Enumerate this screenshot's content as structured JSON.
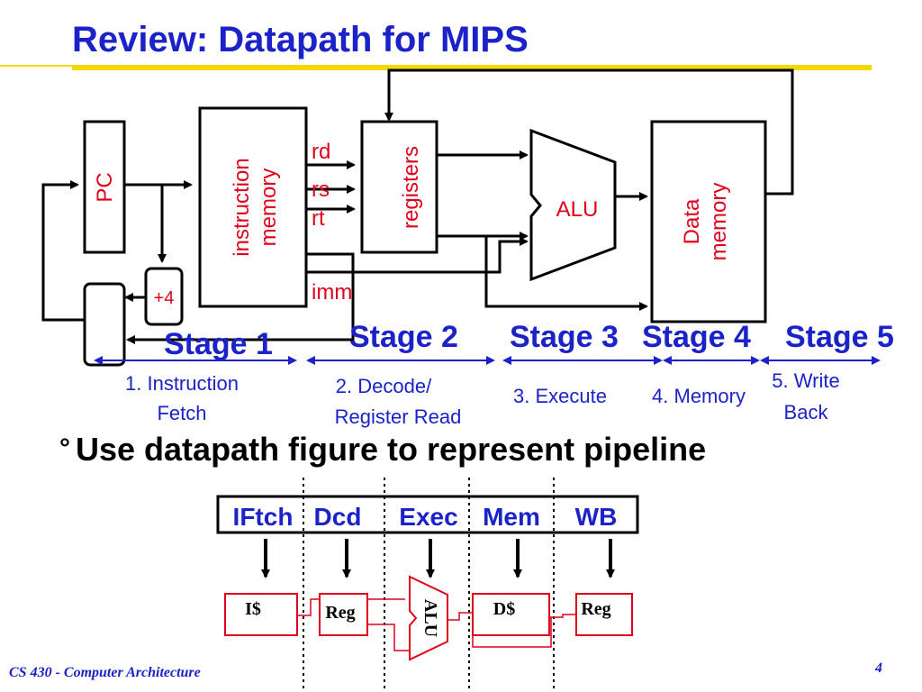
{
  "slide": {
    "title": "Review: Datapath for MIPS",
    "bullet_marker": "°",
    "bullet": "Use datapath figure to represent pipeline",
    "footer": "CS 430 - Computer Architecture",
    "page_number": "4"
  },
  "datapath": {
    "pc": "PC",
    "instruction_memory": [
      "instruction",
      "memory"
    ],
    "registers": "registers",
    "alu": "ALU",
    "data_memory": [
      "Data",
      "memory"
    ],
    "adder": "+4",
    "fields": {
      "rd": "rd",
      "rs": "rs",
      "rt": "rt",
      "imm": "imm"
    }
  },
  "stages": [
    {
      "name": "Stage 1",
      "step": [
        "1. Instruction",
        "Fetch"
      ]
    },
    {
      "name": "Stage 2",
      "step": [
        "2. Decode/",
        "Register Read"
      ]
    },
    {
      "name": "Stage 3",
      "step": [
        "3. Execute"
      ]
    },
    {
      "name": "Stage 4",
      "step": [
        "4. Memory"
      ]
    },
    {
      "name": "Stage 5",
      "step": [
        "5. Write",
        "Back"
      ]
    }
  ],
  "pipeline": {
    "headers": [
      "IFtch",
      "Dcd",
      "Exec",
      "Mem",
      "WB"
    ],
    "units": {
      "icache": "I$",
      "reg_read": "Reg",
      "alu": "ALU",
      "dcache": "D$",
      "reg_write": "Reg"
    }
  },
  "colors": {
    "title": "#1a22c8",
    "title_rule": "#f5d800",
    "block_text": "#e0001b",
    "unit_border": "#e0001b",
    "lines": "#000000"
  }
}
